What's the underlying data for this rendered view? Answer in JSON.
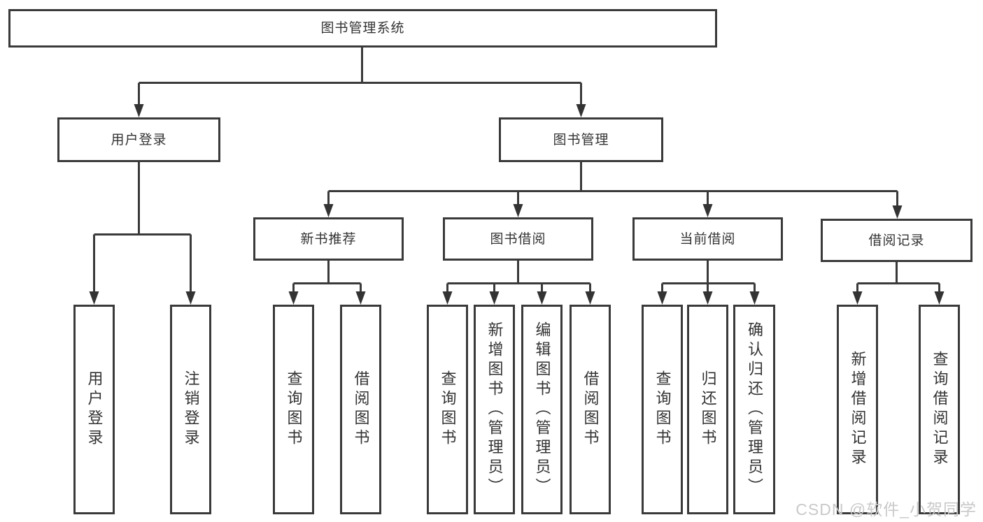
{
  "diagram": {
    "type": "hierarchy-tree",
    "tree": {
      "label": "图书管理系统",
      "children": [
        {
          "label": "用户登录",
          "children": [
            {
              "label": "用户登录"
            },
            {
              "label": "注销登录"
            }
          ]
        },
        {
          "label": "图书管理",
          "children": [
            {
              "label": "新书推荐",
              "children": [
                {
                  "label": "查询图书"
                },
                {
                  "label": "借阅图书"
                }
              ]
            },
            {
              "label": "图书借阅",
              "children": [
                {
                  "label": "查询图书"
                },
                {
                  "label": "新增图书（管理员）"
                },
                {
                  "label": "编辑图书（管理员）"
                },
                {
                  "label": "借阅图书"
                }
              ]
            },
            {
              "label": "当前借阅",
              "children": [
                {
                  "label": "查询图书"
                },
                {
                  "label": "归还图书"
                },
                {
                  "label": "确认归还（管理员）"
                }
              ]
            },
            {
              "label": "借阅记录",
              "children": [
                {
                  "label": "新增借阅记录"
                },
                {
                  "label": "查询借阅记录"
                }
              ]
            }
          ]
        }
      ]
    },
    "colors": {
      "line": "#3a3a3a",
      "box_border": "#3a3a3a",
      "text": "#333333",
      "background": "#ffffff",
      "watermark": "#c9c9c9"
    },
    "watermark": {
      "text": "CSDN @软件_小贺同学"
    }
  }
}
